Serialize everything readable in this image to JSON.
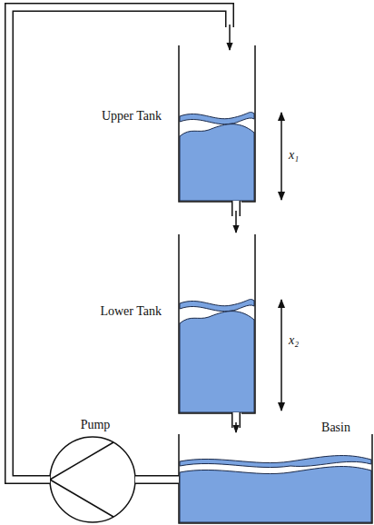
{
  "diagram": {
    "nodes": [
      {
        "text": [
          "Upper Tank"
        ]
      },
      {
        "text": [
          "Lower Tank"
        ]
      },
      {
        "text": [
          "Pump"
        ]
      },
      {
        "text": [
          "Basin"
        ]
      }
    ],
    "edges": [
      {
        "from": 2,
        "to": 0,
        "arrow": "to"
      },
      {
        "from": 0,
        "to": 1,
        "arrow": "to"
      },
      {
        "from": 1,
        "to": 3,
        "arrow": "to"
      },
      {
        "from": 3,
        "to": 2,
        "arrow": "none"
      }
    ],
    "labels": [
      "x₁",
      "x₂"
    ]
  }
}
